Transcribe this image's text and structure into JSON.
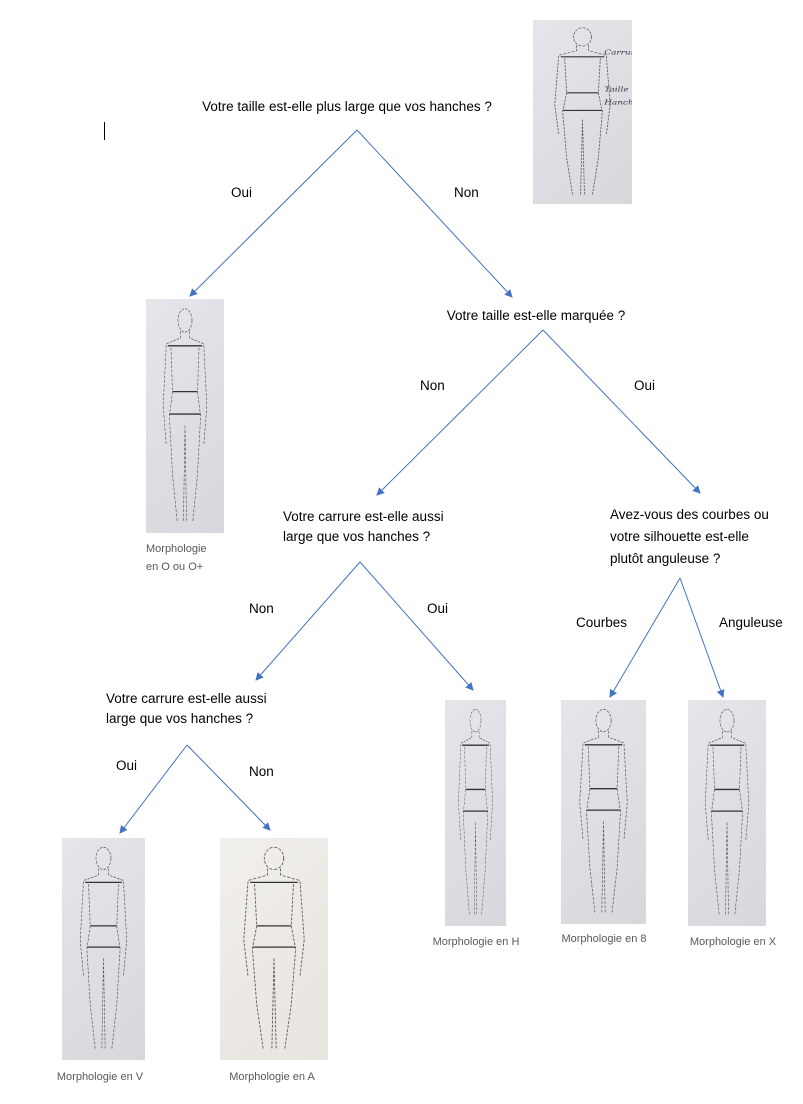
{
  "colors": {
    "arrow": "#4472C4",
    "photo_bg": "#dcdee2"
  },
  "reference_image": {
    "labels": [
      "Carrure",
      "Taille",
      "Hanches"
    ]
  },
  "questions": {
    "q1": "Votre taille est-elle plus large que vos hanches ?",
    "q2": "Votre taille est-elle marquée ?",
    "q3": [
      "Votre carrure est-elle aussi",
      "large que vos hanches ?"
    ],
    "q4": [
      "Avez-vous des courbes ou",
      "votre silhouette est-elle",
      "plutôt anguleuse ?"
    ],
    "q5": [
      "Votre carrure est-elle aussi",
      "large que vos hanches ?"
    ]
  },
  "answers": {
    "q1_yes": "Oui",
    "q1_no": "Non",
    "q2_no": "Non",
    "q2_yes": "Oui",
    "q3_no": "Non",
    "q3_yes": "Oui",
    "q4_curves": "Courbes",
    "q4_angular": "Anguleuse",
    "q5_yes": "Oui",
    "q5_no": "Non"
  },
  "results": {
    "o": [
      "Morphologie",
      "en O ou O+"
    ],
    "h": "Morphologie en H",
    "eight": "Morphologie en 8",
    "x": "Morphologie en X",
    "v": "Morphologie en V",
    "a": "Morphologie en A"
  }
}
